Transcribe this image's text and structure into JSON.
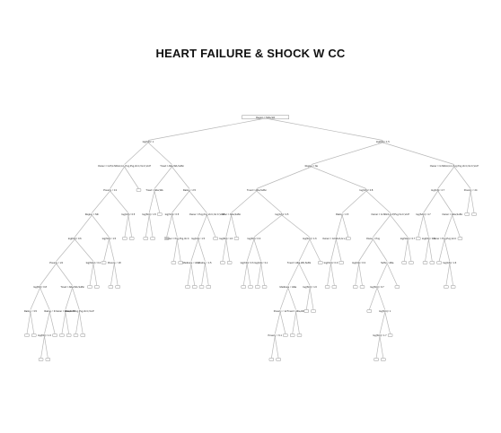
{
  "title": "HEART FAILURE & SHOCK W CC",
  "tree": {
    "label": "Region = Mdw,Sth",
    "children": [
      {
        "label": "log(KD)< 1",
        "children": [
          {
            "label": "Owner = G,P,G:NDcA,G:L,Pvg,Pvg,Vo:C,Vo:C,Vo:P",
            "children": [
              {
                "label": "Poverty < 13",
                "children": [
                  {
                    "label": "Region = Sth",
                    "children": [
                      {
                        "label": "log(KD)< 0.6",
                        "children": [
                          {
                            "label": "Poverty < 24",
                            "children": [
                              {
                                "label": "log(KD)< 0.8",
                                "children": [
                                  {
                                    "label": "Rating < 3.5",
                                    "children": [
                                      {
                                        "leaf": true
                                      },
                                      {
                                        "leaf": true
                                      }
                                    ]
                                  },
                                  {
                                    "label": "Rating < 3",
                                    "children": [
                                      {
                                        "label": "log(KD)< 1.6",
                                        "children": [
                                          {
                                            "leaf": true
                                          },
                                          {
                                            "leaf": true
                                          }
                                        ]
                                      },
                                      {
                                        "leaf": true
                                      }
                                    ]
                                  }
                                ]
                              },
                              {
                                "label": "Tmed = Allta,WA,Suffsi",
                                "children": [
                                  {
                                    "label": "Owner = Allta,Suffsi",
                                    "children": [
                                      {
                                        "leaf": true
                                      },
                                      {
                                        "leaf": true
                                      }
                                    ]
                                  },
                                  {
                                    "label": "Owner = Pvg,Pvg,Vo:C,Vo:P",
                                    "children": [
                                      {
                                        "leaf": true
                                      },
                                      {
                                        "leaf": true
                                      }
                                    ]
                                  }
                                ]
                              }
                            ]
                          },
                          {
                            "label": "log(SAC)< 0.2",
                            "children": [
                              {
                                "leaf": true
                              },
                              {
                                "leaf": true
                              }
                            ]
                          }
                        ]
                      },
                      {
                        "label": "log(SCt)< 1.5",
                        "children": [
                          {
                            "leaf": true
                          },
                          {
                            "label": "Poverty < 18",
                            "children": [
                              {
                                "leaf": true
                              },
                              {
                                "leaf": true
                              }
                            ]
                          }
                        ]
                      }
                    ]
                  },
                  {
                    "label": "log(GS)< 0.5",
                    "children": [
                      {
                        "leaf": true
                      },
                      {
                        "leaf": true
                      }
                    ]
                  }
                ]
              },
              {
                "leaf": true
              }
            ]
          },
          {
            "label": "Tmed = Allta,WA,Suffsi",
            "children": [
              {
                "label": "Tmed = Allta,WA",
                "children": [
                  {
                    "label": "log(SCt)< 1.5",
                    "children": [
                      {
                        "leaf": true
                      },
                      {
                        "leaf": true
                      }
                    ]
                  },
                  {
                    "leaf": true
                  }
                ]
              },
              {
                "label": "Rating < 2.5",
                "children": [
                  {
                    "label": "log(SCt)< 0.5",
                    "children": [
                      {
                        "leaf": true
                      },
                      {
                        "label": "Owner = Pvg,Pvg,Vo:C",
                        "children": [
                          {
                            "leaf": true
                          },
                          {
                            "leaf": true
                          }
                        ]
                      }
                    ]
                  },
                  {
                    "label": "Owner = Pvg,Pvg,Vo:C,Vo:C,Vo:P",
                    "children": [
                      {
                        "label": "log(GS)< 1.5",
                        "children": [
                          {
                            "label": "Medicare < Allta",
                            "children": [
                              {
                                "leaf": true
                              },
                              {
                                "leaf": true
                              }
                            ]
                          },
                          {
                            "label": "Rating < 1.5",
                            "children": [
                              {
                                "leaf": true
                              },
                              {
                                "leaf": true
                              }
                            ]
                          }
                        ]
                      },
                      {
                        "leaf": true
                      }
                    ]
                  }
                ]
              }
            ]
          }
        ]
      },
      {
        "label": "log(KD)< 1.5",
        "children": [
          {
            "label": "Region = Ne",
            "children": [
              {
                "label": "Tmed = Allta,Suffsi",
                "children": [
                  {
                    "label": "Mfac = Allta,Suffsi",
                    "children": [
                      {
                        "label": "log(KD)< 1.6",
                        "children": [
                          {
                            "leaf": true
                          },
                          {
                            "leaf": true
                          }
                        ]
                      },
                      {
                        "leaf": true
                      }
                    ]
                  },
                  {
                    "label": "log(GS)< 3.5",
                    "children": [
                      {
                        "label": "log(KD)< 0.3",
                        "children": [
                          {
                            "label": "log(KD)< 3.6",
                            "children": [
                              {
                                "leaf": true
                              },
                              {
                                "leaf": true
                              }
                            ]
                          },
                          {
                            "label": "log(GS)< 3.1",
                            "children": [
                              {
                                "leaf": true
                              },
                              {
                                "leaf": true
                              }
                            ]
                          }
                        ]
                      },
                      {
                        "label": "log(SCt)< 1.6",
                        "children": [
                          {
                            "label": "Tmed = Allta,WA,Suffsi",
                            "children": [
                              {
                                "label": "Medicare < Allta",
                                "children": [
                                  {
                                    "label": "Poverty < 12",
                                    "children": [
                                      {
                                        "label": "Poverty < 9.1",
                                        "children": [
                                          {
                                            "leaf": true
                                          },
                                          {
                                            "leaf": true
                                          }
                                        ]
                                      },
                                      {
                                        "leaf": true
                                      }
                                    ]
                                  },
                                  {
                                    "label": "Tmed = Allta,WA",
                                    "children": [
                                      {
                                        "leaf": true
                                      },
                                      {
                                        "leaf": true
                                      }
                                    ]
                                  }
                                ]
                              },
                              {
                                "label": "log(SCt)< 1.6",
                                "children": [
                                  {
                                    "leaf": true
                                  },
                                  {
                                    "leaf": true
                                  }
                                ]
                              }
                            ]
                          },
                          {
                            "leaf": true
                          }
                        ]
                      }
                    ]
                  }
                ]
              },
              {
                "label": "log(GS)< 0.8",
                "children": [
                  {
                    "label": "Rating < 2.5",
                    "children": [
                      {
                        "label": "Owner = G:NDcA,G:L,Pvg",
                        "children": [
                          {
                            "label": "log(SCt)< 0.3",
                            "children": [
                              {
                                "leaf": true
                              },
                              {
                                "leaf": true
                              }
                            ]
                          },
                          {
                            "leaf": true
                          }
                        ]
                      },
                      {
                        "leaf": true
                      }
                    ]
                  },
                  {
                    "label": "Owner = G:NDcA,G:P,Pvg,Vo:C,Vo:P",
                    "children": [
                      {
                        "label": "Owner = Pvg",
                        "children": [
                          {
                            "label": "log(GS)< 0.3",
                            "children": [
                              {
                                "leaf": true
                              },
                              {
                                "leaf": true
                              }
                            ]
                          },
                          {
                            "label": "Suffsi < Allta",
                            "children": [
                              {
                                "label": "log(SCt)< 0.7",
                                "children": [
                                  {
                                    "leaf": true
                                  },
                                  {
                                    "label": "log(SCt)< 1",
                                    "children": [
                                      {
                                        "label": "log(SCt)< 1.7",
                                        "children": [
                                          {
                                            "leaf": true
                                          },
                                          {
                                            "leaf": true
                                          }
                                        ]
                                      },
                                      {
                                        "leaf": true
                                      }
                                    ]
                                  }
                                ]
                              },
                              {
                                "leaf": true
                              }
                            ]
                          }
                        ]
                      },
                      {
                        "label": "log(SAC)< 0.7",
                        "children": [
                          {
                            "leaf": true
                          },
                          {
                            "leaf": true
                          }
                        ]
                      }
                    ]
                  }
                ]
              }
            ]
          },
          {
            "label": "Owner = G:NDcA,G:L,Pvg,Pvg,Vo:C,Vo:C,Vo:P",
            "children": [
              {
                "label": "log(GS)< 4.7",
                "children": [
                  {
                    "label": "log(SAC)< 4.7",
                    "children": [
                      {
                        "leaf": true
                      },
                      {
                        "label": "log(KD)< 1.6",
                        "children": [
                          {
                            "leaf": true
                          },
                          {
                            "leaf": true
                          }
                        ]
                      }
                    ]
                  },
                  {
                    "label": "Owner = Allta,Suffsi",
                    "children": [
                      {
                        "label": "Owner = Pvg,Pvg,Vo:C",
                        "children": [
                          {
                            "leaf": true
                          },
                          {
                            "label": "log(GS)< 1.6",
                            "children": [
                              {
                                "leaf": true
                              },
                              {
                                "leaf": true
                              }
                            ]
                          }
                        ]
                      },
                      {
                        "leaf": true
                      }
                    ]
                  }
                ]
              },
              {
                "label": "Poverty < 24",
                "children": [
                  {
                    "leaf": true
                  },
                  {
                    "leaf": true
                  }
                ]
              }
            ]
          }
        ]
      }
    ]
  }
}
